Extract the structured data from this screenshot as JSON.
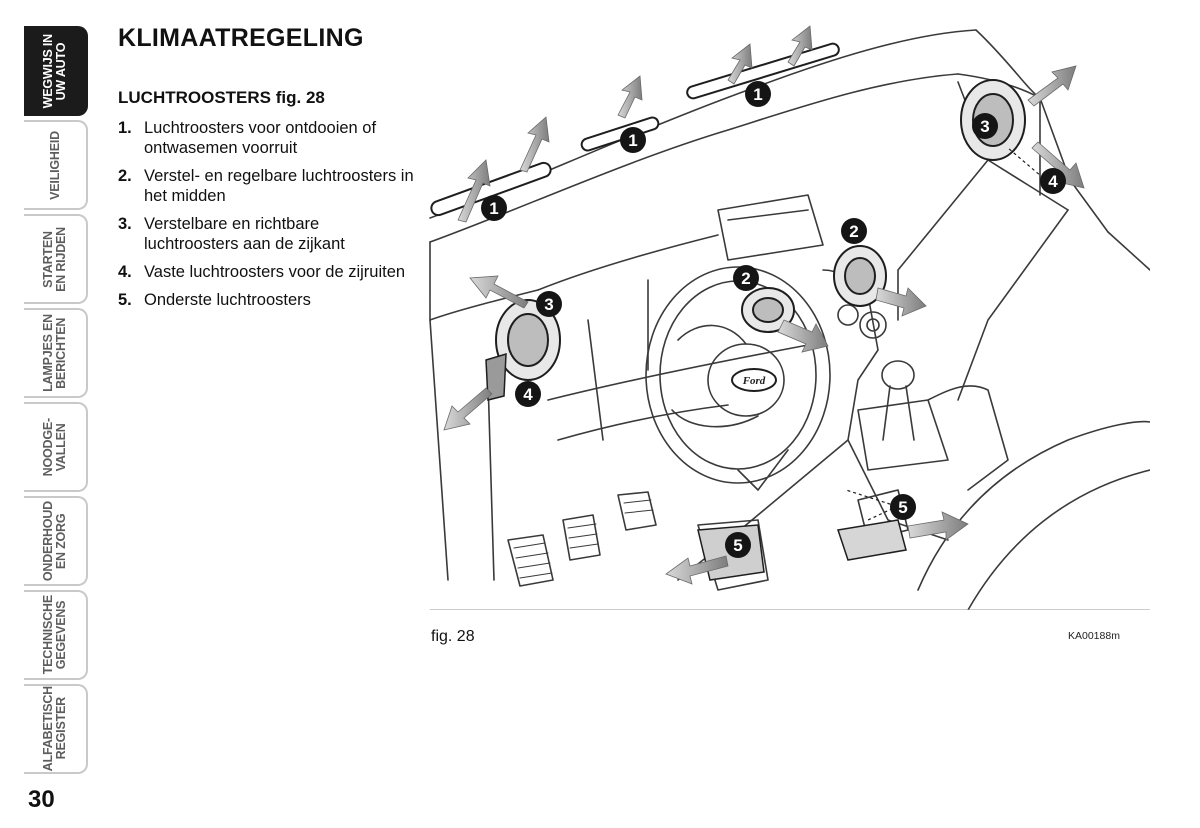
{
  "tabs": [
    {
      "label": "WEGWIJS IN\nUW AUTO",
      "active": true
    },
    {
      "label": "VEILIGHEID",
      "active": false
    },
    {
      "label": "STARTEN\nEN RIJDEN",
      "active": false
    },
    {
      "label": "LAMPJES EN\nBERICHTEN",
      "active": false
    },
    {
      "label": "NOODGE-\nVALLEN",
      "active": false
    },
    {
      "label": "ONDERHOUD\nEN ZORG",
      "active": false
    },
    {
      "label": "TECHNISCHE\nGEGEVENS",
      "active": false
    },
    {
      "label": "ALFABETISCH\nREGISTER",
      "active": false
    }
  ],
  "page_number": "30",
  "title": "KLIMAATREGELING",
  "subtitle": "LUCHTROOSTERS fig. 28",
  "items": [
    {
      "num": "1.",
      "text": "Luchtroosters voor ontdooien of ontwasemen voorruit"
    },
    {
      "num": "2.",
      "text": "Verstel- en regelbare luchtroosters in het midden"
    },
    {
      "num": "3.",
      "text": "Verstelbare en richtbare luchtroosters aan de zijkant"
    },
    {
      "num": "4.",
      "text": "Vaste luchtroosters voor de zijruiten"
    },
    {
      "num": "5.",
      "text": "Onderste luchtroosters"
    }
  ],
  "figure": {
    "caption": "fig. 28",
    "code": "KA00188m",
    "brand_badge": "Ford",
    "markers": [
      "1",
      "1",
      "1",
      "2",
      "2",
      "3",
      "3",
      "4",
      "4",
      "5",
      "5"
    ]
  }
}
